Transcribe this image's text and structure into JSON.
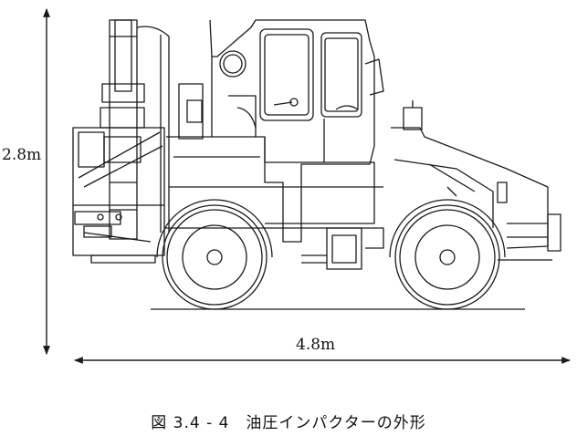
{
  "dimensions": {
    "height_label": "2.8m",
    "width_label": "4.8m"
  },
  "figure": {
    "caption": "図 3.4 - 4　油圧インパクターの外形"
  },
  "colors": {
    "line": "#1a1a1a",
    "background": "#ffffff"
  }
}
